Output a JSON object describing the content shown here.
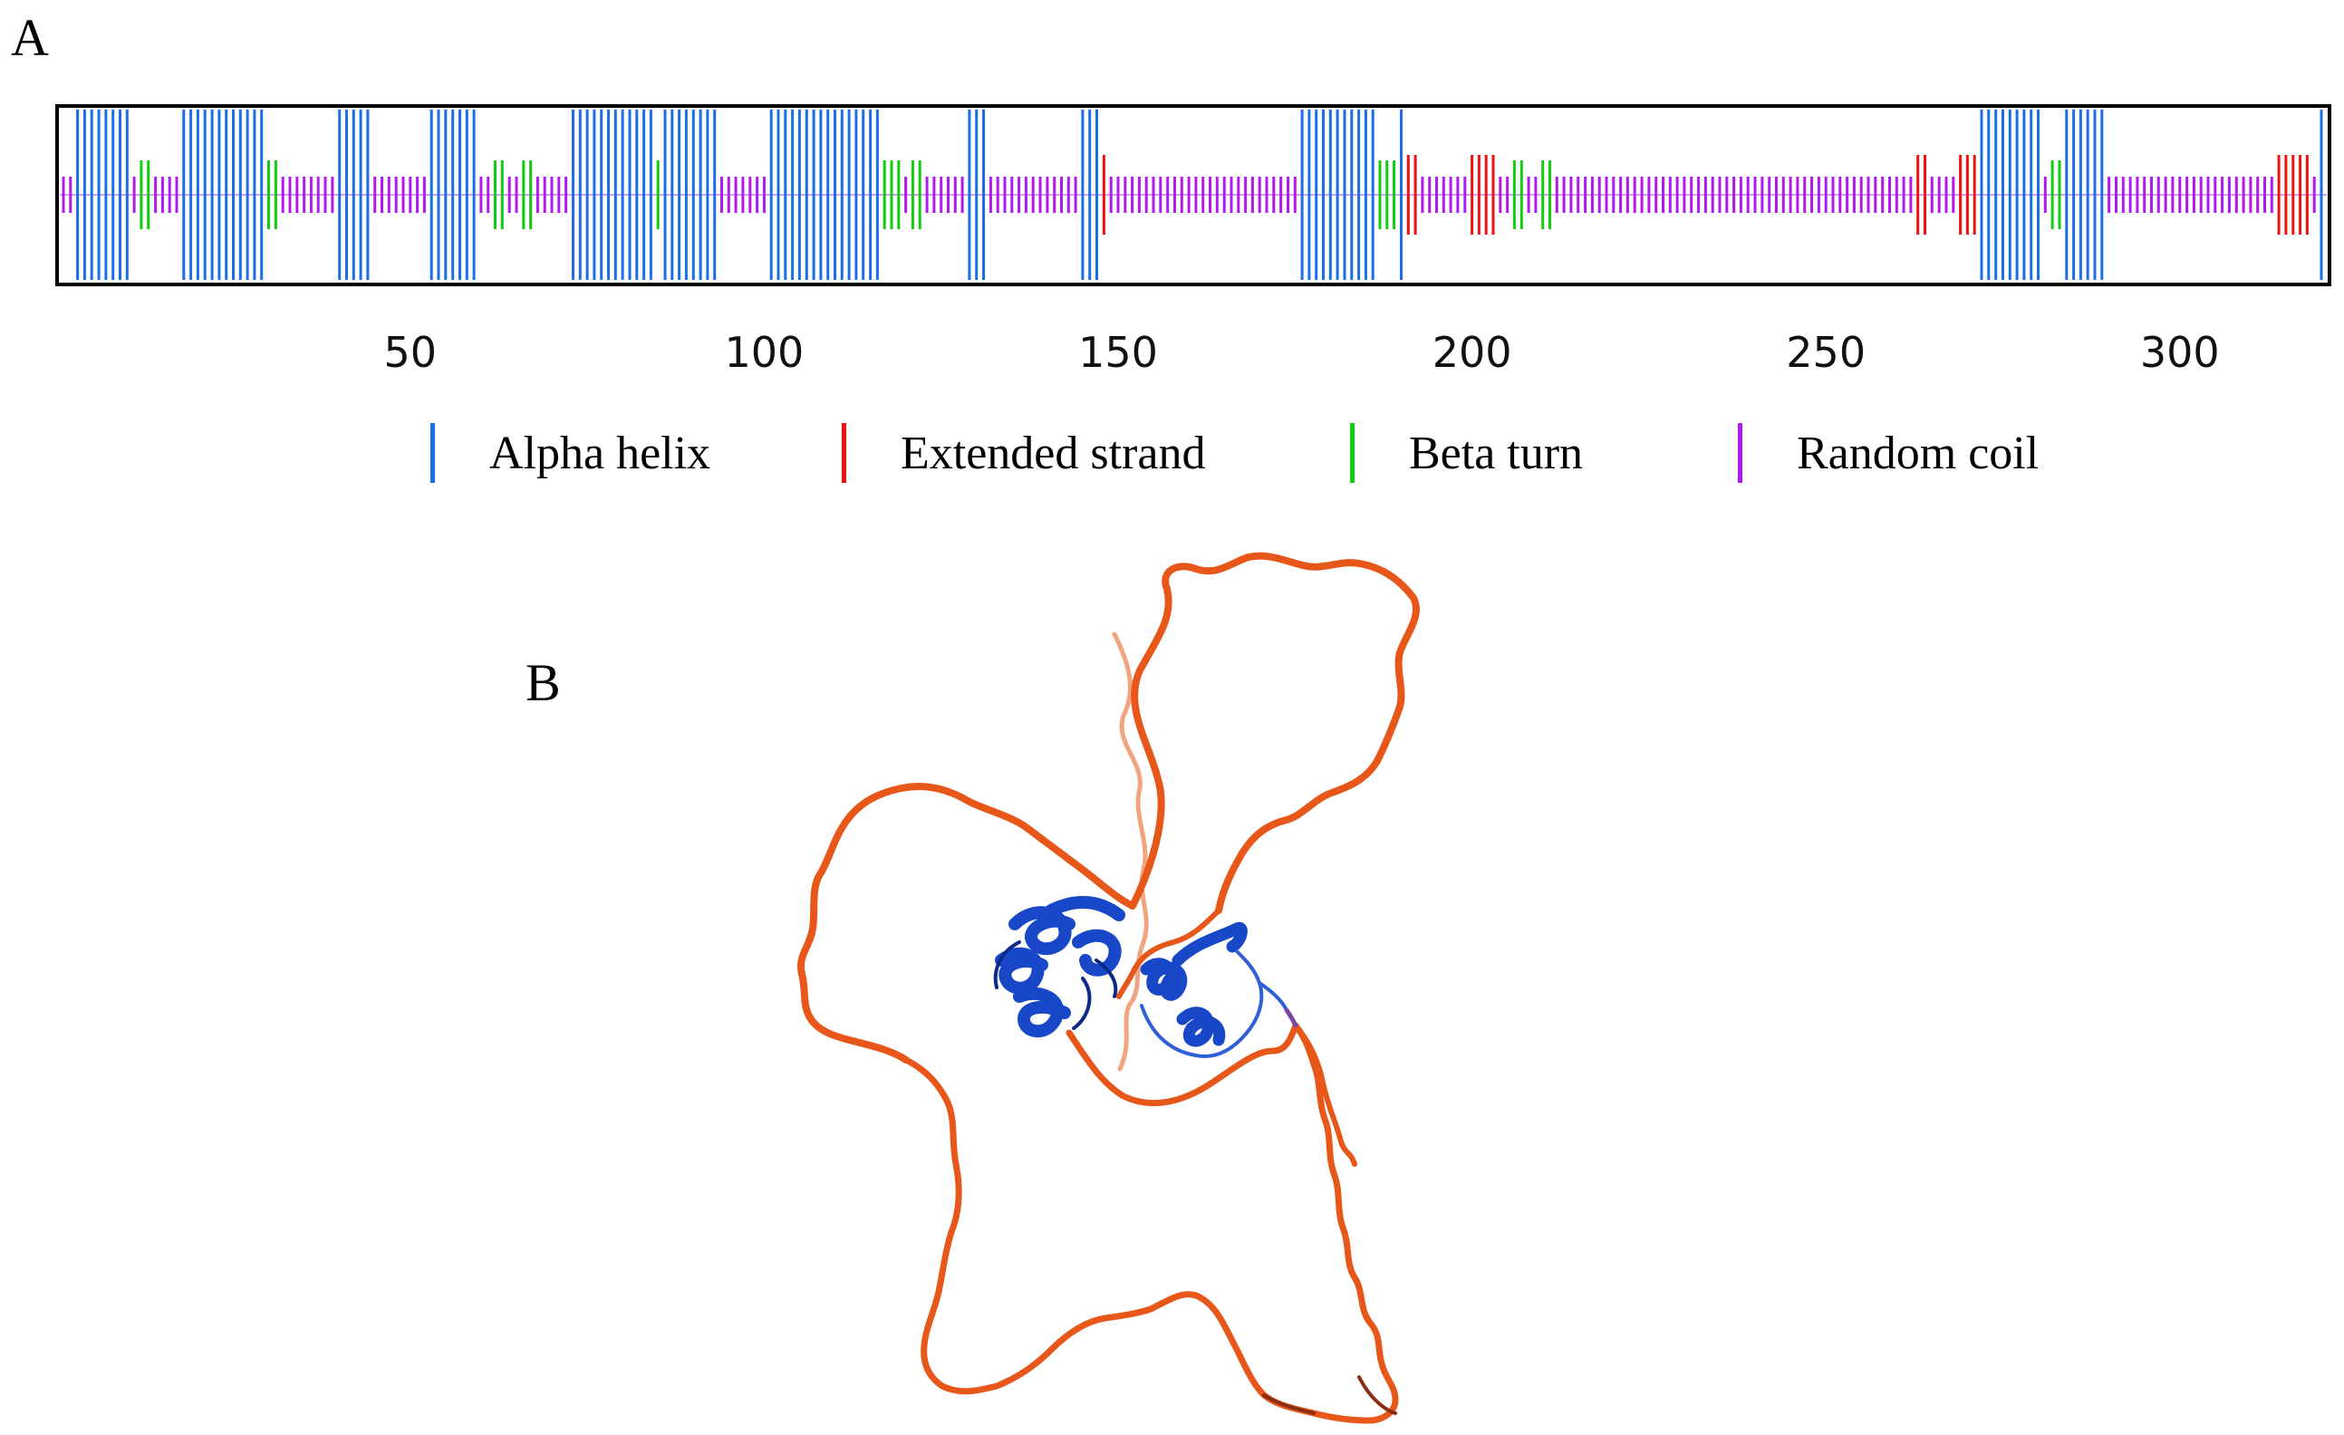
{
  "panels": {
    "a_label": "A",
    "b_label": "B"
  },
  "chart_data": {
    "type": "secondary-structure-track",
    "sequence_length": 320,
    "xlim": [
      1,
      320
    ],
    "ticks": [
      50,
      100,
      150,
      200,
      250,
      300
    ],
    "grid": false,
    "legend_position": "bottom",
    "legend": [
      {
        "key": "H",
        "label": "Alpha helix",
        "color": "#1a6fe8"
      },
      {
        "key": "E",
        "label": "Extended strand",
        "color": "#ee1111"
      },
      {
        "key": "T",
        "label": "Beta turn",
        "color": "#11cc11"
      },
      {
        "key": "C",
        "label": "Random coil",
        "color": "#b01aee"
      }
    ],
    "segments": [
      {
        "type": "C",
        "start": 1,
        "end": 2
      },
      {
        "type": "H",
        "start": 3,
        "end": 10
      },
      {
        "type": "C",
        "start": 11,
        "end": 11
      },
      {
        "type": "T",
        "start": 12,
        "end": 13
      },
      {
        "type": "C",
        "start": 14,
        "end": 17
      },
      {
        "type": "H",
        "start": 18,
        "end": 29
      },
      {
        "type": "T",
        "start": 30,
        "end": 31
      },
      {
        "type": "C",
        "start": 32,
        "end": 39
      },
      {
        "type": "H",
        "start": 40,
        "end": 44
      },
      {
        "type": "C",
        "start": 45,
        "end": 52
      },
      {
        "type": "H",
        "start": 53,
        "end": 59
      },
      {
        "type": "C",
        "start": 60,
        "end": 61
      },
      {
        "type": "T",
        "start": 62,
        "end": 63
      },
      {
        "type": "C",
        "start": 64,
        "end": 65
      },
      {
        "type": "T",
        "start": 66,
        "end": 67
      },
      {
        "type": "C",
        "start": 68,
        "end": 72
      },
      {
        "type": "H",
        "start": 73,
        "end": 84
      },
      {
        "type": "T",
        "start": 85,
        "end": 85
      },
      {
        "type": "H",
        "start": 86,
        "end": 93
      },
      {
        "type": "C",
        "start": 94,
        "end": 100
      },
      {
        "type": "H",
        "start": 101,
        "end": 116
      },
      {
        "type": "T",
        "start": 117,
        "end": 119
      },
      {
        "type": "C",
        "start": 120,
        "end": 120
      },
      {
        "type": "T",
        "start": 121,
        "end": 122
      },
      {
        "type": "C",
        "start": 123,
        "end": 128
      },
      {
        "type": "H",
        "start": 129,
        "end": 131
      },
      {
        "type": "C",
        "start": 132,
        "end": 144
      },
      {
        "type": "H",
        "start": 145,
        "end": 147
      },
      {
        "type": "E",
        "start": 148,
        "end": 148
      },
      {
        "type": "C",
        "start": 149,
        "end": 175
      },
      {
        "type": "H",
        "start": 176,
        "end": 186
      },
      {
        "type": "T",
        "start": 187,
        "end": 189
      },
      {
        "type": "H",
        "start": 190,
        "end": 190
      },
      {
        "type": "E",
        "start": 191,
        "end": 192
      },
      {
        "type": "C",
        "start": 193,
        "end": 199
      },
      {
        "type": "E",
        "start": 200,
        "end": 203
      },
      {
        "type": "C",
        "start": 204,
        "end": 205
      },
      {
        "type": "T",
        "start": 206,
        "end": 207
      },
      {
        "type": "C",
        "start": 208,
        "end": 209
      },
      {
        "type": "T",
        "start": 210,
        "end": 211
      },
      {
        "type": "C",
        "start": 212,
        "end": 262
      },
      {
        "type": "E",
        "start": 263,
        "end": 264
      },
      {
        "type": "C",
        "start": 265,
        "end": 268
      },
      {
        "type": "E",
        "start": 269,
        "end": 271
      },
      {
        "type": "H",
        "start": 272,
        "end": 280
      },
      {
        "type": "C",
        "start": 281,
        "end": 281
      },
      {
        "type": "T",
        "start": 282,
        "end": 283
      },
      {
        "type": "H",
        "start": 284,
        "end": 289
      },
      {
        "type": "C",
        "start": 290,
        "end": 313
      },
      {
        "type": "E",
        "start": 314,
        "end": 318
      },
      {
        "type": "C",
        "start": 319,
        "end": 319
      },
      {
        "type": "H",
        "start": 320,
        "end": 320
      }
    ]
  },
  "structure_colors": {
    "coil": "#e8571a",
    "coil_dark": "#8a2d10",
    "coil_light": "#f2a37f",
    "helix": "#1848c8",
    "helix_dark": "#0c2a88"
  }
}
